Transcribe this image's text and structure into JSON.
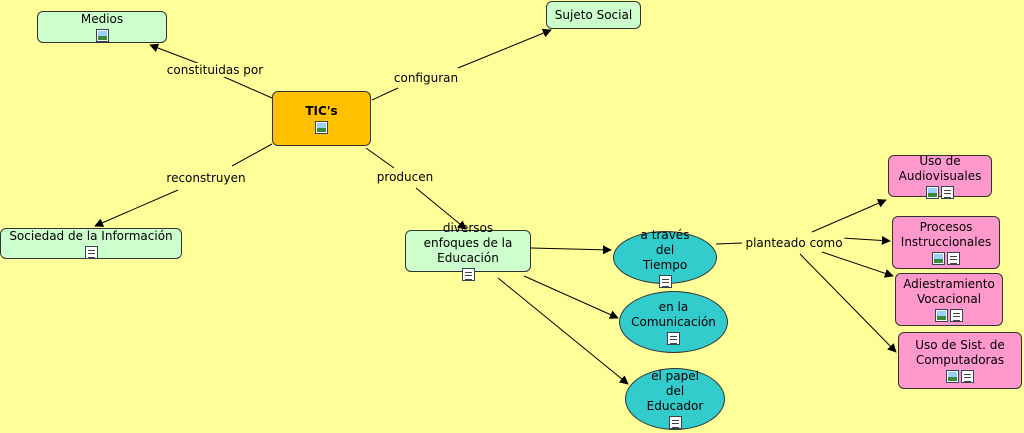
{
  "nodes": {
    "tics": {
      "label": "TIC's"
    },
    "medios": {
      "label": "Medios"
    },
    "sujeto_social": {
      "label": "Sujeto Social"
    },
    "sociedad": {
      "label": "Sociedad de la Información"
    },
    "enfoques": {
      "label": "diversos enfoques de la Educación"
    },
    "tiempo": {
      "label": "a través del Tiempo"
    },
    "comunicacion": {
      "label": "en la Comunicación"
    },
    "papel": {
      "label": "el papel del Educador"
    },
    "audiovisuales": {
      "label": "Uso de Audiovisuales"
    },
    "procesos": {
      "label": "Procesos Instruccionales"
    },
    "adiestramiento": {
      "label": "Adiestramiento Vocacional"
    },
    "computadoras": {
      "label": "Uso de Sist. de Computadoras"
    }
  },
  "links": {
    "constituidas": "constituidas por",
    "configuran": "configuran",
    "reconstruyen": "reconstruyen",
    "producen": "producen",
    "planteado": "planteado como"
  },
  "colors": {
    "background": "#ffff99",
    "concept_green": "#ccffcc",
    "concept_pink": "#ff99cc",
    "concept_orange": "#ffc000",
    "concept_teal": "#33cccc"
  }
}
